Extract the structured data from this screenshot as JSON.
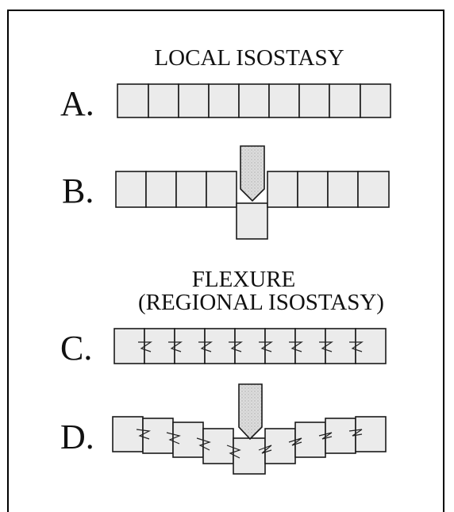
{
  "titles": {
    "local": "LOCAL ISOSTASY",
    "flexure_line1": "FLEXURE",
    "flexure_line2": "(REGIONAL ISOSTASY)"
  },
  "panels": [
    {
      "label": "A.",
      "blocks": 9,
      "load": false,
      "coupled": false
    },
    {
      "label": "B.",
      "blocks": 9,
      "load": true,
      "coupled": false
    },
    {
      "label": "C.",
      "blocks": 9,
      "load": false,
      "coupled": true
    },
    {
      "label": "D.",
      "blocks": 9,
      "load": true,
      "coupled": true
    }
  ],
  "colors": {
    "block_fill": "#ebebeb",
    "outline": "#1a1a1a",
    "load_fill": "#d6d6d6",
    "frame": "#000000"
  }
}
